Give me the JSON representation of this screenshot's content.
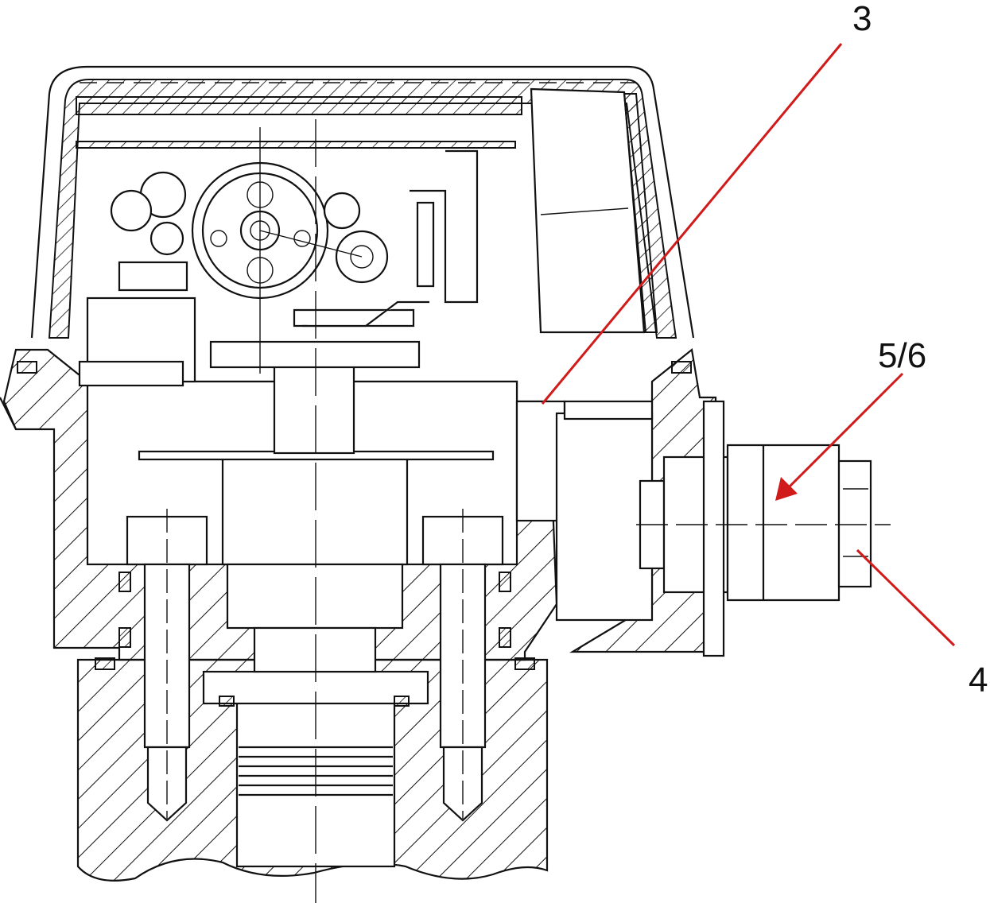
{
  "figure": {
    "callouts": [
      {
        "id": "c3",
        "label": "3"
      },
      {
        "id": "c56",
        "label": "5/6"
      },
      {
        "id": "c4",
        "label": "4"
      }
    ],
    "colors": {
      "outline": "#111111",
      "leader": "#d11a1a",
      "background": "#ffffff"
    }
  }
}
